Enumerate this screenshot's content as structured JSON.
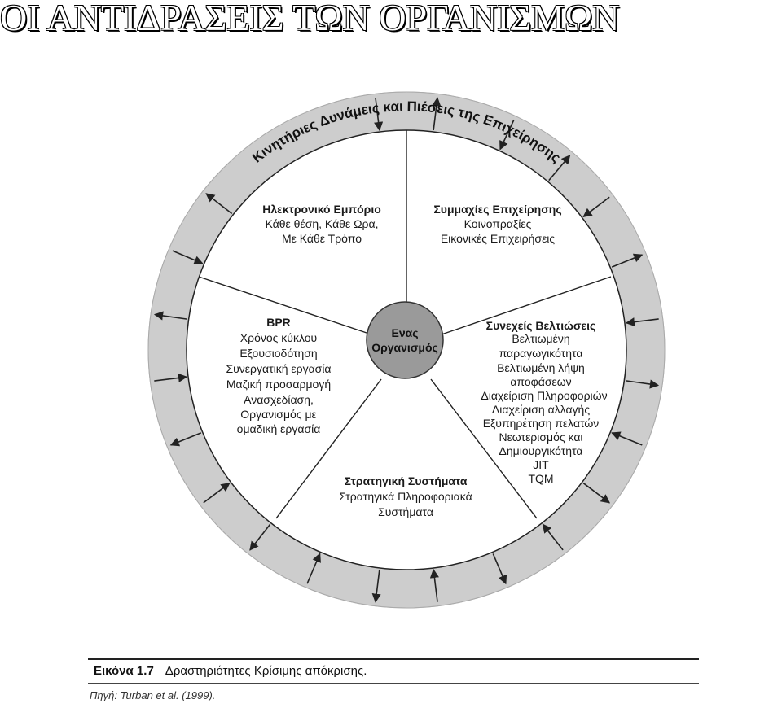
{
  "title": "ΟΙ ΑΝΤΙΔΡΑΣΕΙΣ ΤΩΝ ΟΡΓΑΝΙΣΜΩΝ",
  "ring_label": "Κινητήριες Δυνάμεις και Πιέσεις της Επιχείρησης",
  "center": {
    "line1": "Ενας",
    "line2": "Οργανισμός"
  },
  "segments": [
    {
      "heading": "Ηλεκτρονικό Εμπόριο",
      "lines": [
        "Κάθε θέση, Κάθε Ωρα,",
        "Με Κάθε Τρόπο"
      ]
    },
    {
      "heading": "Συμμαχίες Επιχείρησης",
      "lines": [
        "Κοινοπραξίες",
        "Εικονικές Επιχειρήσεις"
      ]
    },
    {
      "heading": "Συνεχείς Βελτιώσεις",
      "lines": [
        "Βελτιωμένη",
        "παραγωγικότητα",
        "Βελτιωμένη λήψη",
        "αποφάσεων",
        "Διαχείριση Πληροφοριών",
        "Διαχείριση αλλαγής",
        "Εξυπηρέτηση πελατών",
        "Νεωτερισμός και",
        "Δημιουργικότητα",
        "JIT",
        "TQM"
      ]
    },
    {
      "heading": "Στρατηγική Συστήματα",
      "lines": [
        "Στρατηγικά Πληροφοριακά",
        "Συστήματα"
      ]
    },
    {
      "heading": "BPR",
      "lines": [
        "Χρόνος κύκλου",
        "Εξουσιοδότηση",
        "Συνεργατική εργασία",
        "Μαζική προσαρμογή",
        "Ανασχεδίαση,",
        "Οργανισμός με",
        "ομαδική εργασία"
      ]
    }
  ],
  "caption": {
    "figure": "Εικόνα 1.7",
    "text": "Δραστηριότητες Κρίσιμης απόκρισης."
  },
  "source": "Πηγή: Turban et al. (1999).",
  "colors": {
    "ring": "#cdcdcd",
    "center": "#9a9a9a",
    "ink": "#1a1a1a"
  }
}
